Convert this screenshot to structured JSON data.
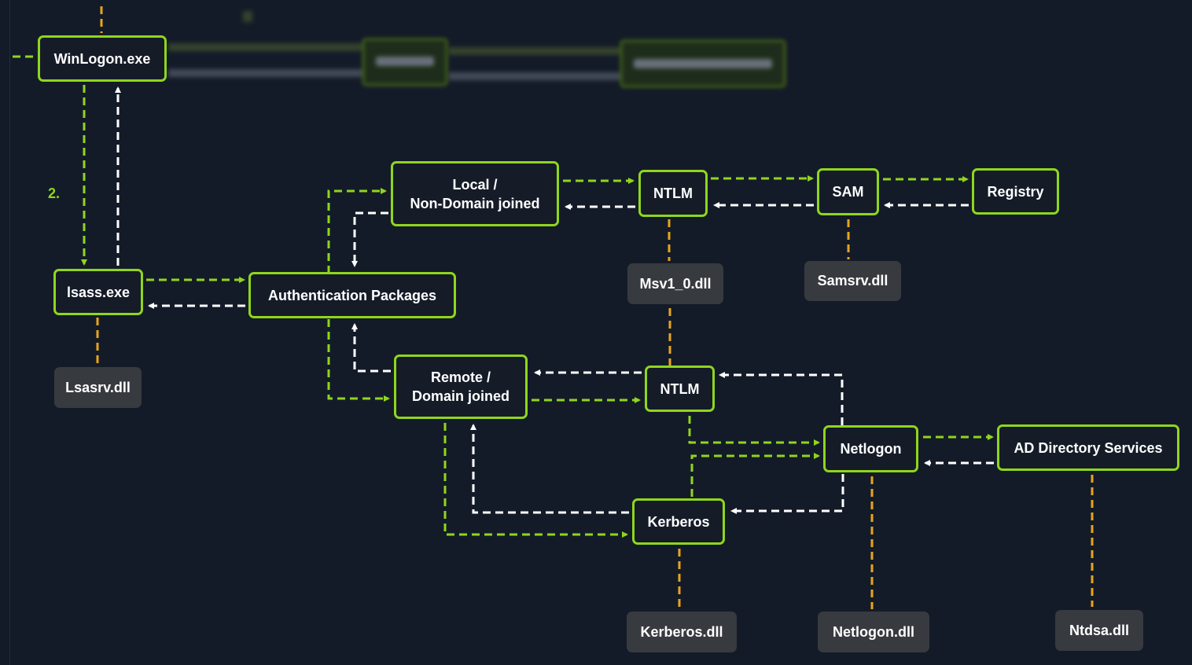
{
  "colors": {
    "background": "#141b28",
    "node_border": "#8fd61d",
    "request_arrow": "#8fd61d",
    "response_arrow": "#ffffff",
    "dll_link": "#e8a41e",
    "dll_fill": "#373a3f"
  },
  "diagram": {
    "step_label": "2.",
    "nodes": {
      "winlogon": "WinLogon.exe",
      "lsass": "lsass.exe",
      "auth_packages": "Authentication Packages",
      "local": "Local /\nNon-Domain joined",
      "remote": "Remote /\nDomain joined",
      "ntlm_local": "NTLM",
      "sam": "SAM",
      "registry": "Registry",
      "ntlm_remote": "NTLM",
      "netlogon": "Netlogon",
      "ad_services": "AD Directory Services",
      "kerberos": "Kerberos"
    },
    "dlls": {
      "lsasrv": "Lsasrv.dll",
      "msv1": "Msv1_0.dll",
      "samsrv": "Samsrv.dll",
      "kerberos_dll": "Kerberos.dll",
      "netlogon_dll": "Netlogon.dll",
      "ntdsa": "Ntdsa.dll"
    }
  }
}
